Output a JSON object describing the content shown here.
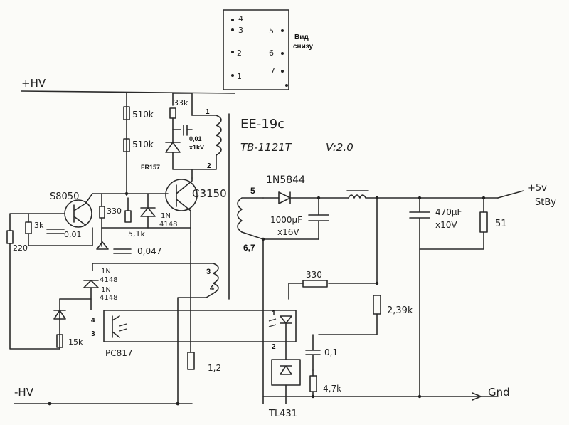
{
  "pinout": {
    "title": "Вид",
    "subtitle": "снизу",
    "left_pins": [
      "4",
      "3",
      "2",
      "1"
    ],
    "right_pins": [
      "5",
      "6",
      "7"
    ]
  },
  "rails": {
    "plus_hv": "+HV",
    "minus_hv": "-HV",
    "out_plus": "+5v",
    "out_stby": "StBy",
    "gnd": "Gnd"
  },
  "transformer": {
    "core": "EE-19c",
    "part": "TB-1121T",
    "version": "V:2.0",
    "pins": [
      "1",
      "2",
      "3",
      "4",
      "5",
      "6,7"
    ]
  },
  "components": {
    "r510k_a": "510k",
    "r510k_b": "510k",
    "r33k": "33k",
    "c_snubber": "0,01",
    "c_snubber_v": "x1kV",
    "diode_fr157": "FR157",
    "q_s8050": "S8050",
    "q_c3150": "C3150",
    "r3k": "3k",
    "c001": "0,01",
    "r220": "220",
    "r330_a": "330",
    "r5_1k": "5,1k",
    "d_1n4148_a1": "1N",
    "d_1n4148_a2": "4148",
    "c0047": "0,047",
    "d_1n4148_b1": "1N",
    "d_1n4148_b2": "4148",
    "d_1n4148_c1": "1N",
    "d_1n4148_c2": "4148",
    "r15k": "15k",
    "opto": "PC817",
    "r1_2": "1,2",
    "d_1n5844": "1N5844",
    "c1000": "1000μF",
    "c1000_v": "x16V",
    "c470": "470μF",
    "c470_v": "x10V",
    "r51": "51",
    "r330_b": "330",
    "r2_39k": "2,39k",
    "c01": "0,1",
    "r4_7k": "4,7k",
    "tl431": "TL431",
    "opto_pin1": "1",
    "opto_pin2": "2",
    "opto_pin3": "3",
    "opto_pin4": "4"
  }
}
